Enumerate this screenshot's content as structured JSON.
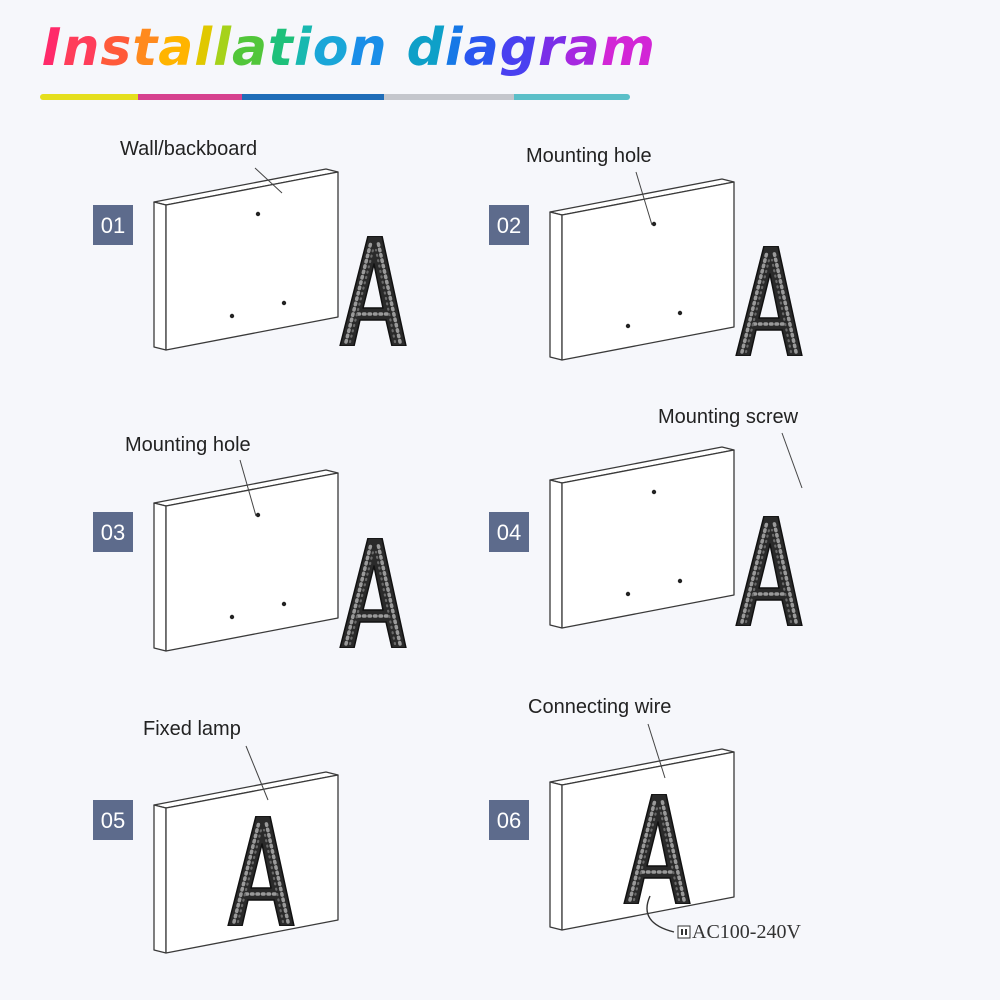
{
  "title": {
    "letters": [
      "I",
      "n",
      "s",
      "t",
      "a",
      "l",
      "l",
      "a",
      "t",
      "i",
      "o",
      "n",
      " ",
      "d",
      "i",
      "a",
      "g",
      "r",
      "a",
      "m"
    ],
    "letter_colors": [
      "#ff2a6a",
      "#ff3d5a",
      "#ff5a3a",
      "#ff8a1e",
      "#ffb400",
      "#e0c800",
      "#a6d21a",
      "#52c63a",
      "#1ec07a",
      "#18b8b0",
      "#1aa6d8",
      "#1a8ee8",
      "#1a6ff0",
      "#0ea0c8",
      "#1678e6",
      "#2a56f0",
      "#4a40f0",
      "#7a2ee8",
      "#a628e0",
      "#d226d6"
    ],
    "bar_colors": [
      "#e5df1d",
      "#d6418e",
      "#1f6db8",
      "#c4c6cc",
      "#5bbfc8"
    ]
  },
  "steps": [
    {
      "number": "01",
      "label": "Wall/backboard",
      "letter_state": "beside"
    },
    {
      "number": "02",
      "label": "Mounting hole",
      "letter_state": "beside"
    },
    {
      "number": "03",
      "label": "Mounting hole",
      "letter_state": "beside"
    },
    {
      "number": "04",
      "label": "Mounting screw",
      "letter_state": "beside"
    },
    {
      "number": "05",
      "label": "Fixed lamp",
      "letter_state": "mounted"
    },
    {
      "number": "06",
      "label": "Connecting wire",
      "letter_state": "mounted",
      "power_label": "AC100-240V"
    }
  ],
  "colors": {
    "badge": "#5d6b8c",
    "board_fill": "#ffffff",
    "board_stroke": "#3a3a3a",
    "letter_fill": "#2a2a2a",
    "bulb": "#8a8a8a"
  }
}
